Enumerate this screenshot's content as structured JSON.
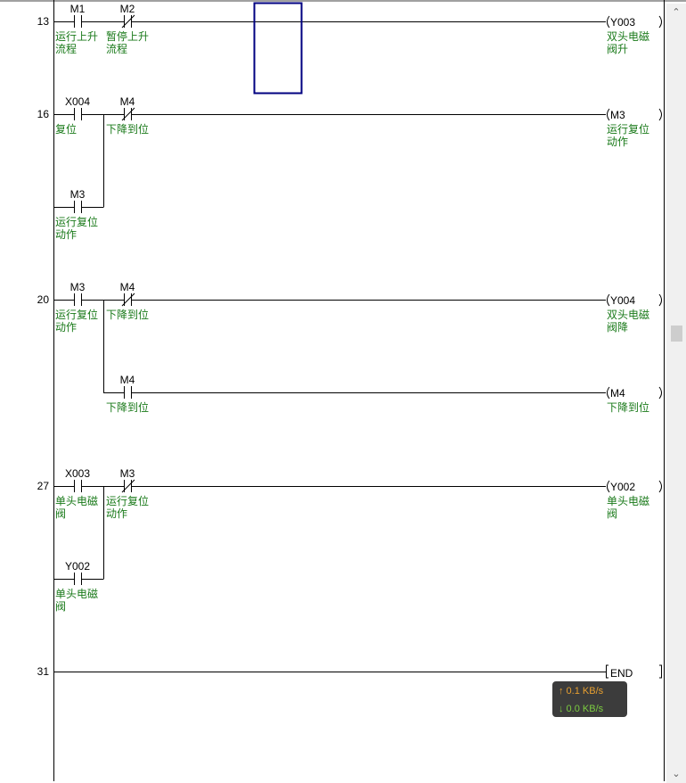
{
  "rungs": [
    {
      "step": "13",
      "contacts": [
        {
          "device": "M1",
          "type": "NO",
          "comment": [
            "运行上升",
            "流程"
          ]
        },
        {
          "device": "M2",
          "type": "NC",
          "comment": [
            "暂停上升",
            "流程"
          ]
        }
      ],
      "coil": {
        "device": "Y003",
        "comment": [
          "双头电磁",
          "阀升"
        ]
      }
    },
    {
      "step": "16",
      "contacts": [
        {
          "device": "X004",
          "type": "NO",
          "comment": [
            "复位"
          ]
        },
        {
          "device": "M4",
          "type": "NC",
          "comment": [
            "下降到位"
          ]
        }
      ],
      "branch": {
        "device": "M3",
        "type": "NO",
        "comment": [
          "运行复位",
          "动作"
        ]
      },
      "coil": {
        "device": "M3",
        "comment": [
          "运行复位",
          "动作"
        ]
      }
    },
    {
      "step": "20",
      "contacts": [
        {
          "device": "M3",
          "type": "NO",
          "comment": [
            "运行复位",
            "动作"
          ]
        },
        {
          "device": "M4",
          "type": "NC",
          "comment": [
            "下降到位"
          ]
        }
      ],
      "coil": {
        "device": "Y004",
        "comment": [
          "双头电磁",
          "阀降"
        ]
      },
      "branch": {
        "device": "M4",
        "type": "NO",
        "comment": [
          "下降到位"
        ],
        "coil": {
          "device": "M4",
          "comment": [
            "下降到位"
          ]
        }
      }
    },
    {
      "step": "27",
      "contacts": [
        {
          "device": "X003",
          "type": "NO",
          "comment": [
            "单头电磁",
            "阀"
          ]
        },
        {
          "device": "M3",
          "type": "NC",
          "comment": [
            "运行复位",
            "动作"
          ]
        }
      ],
      "branch": {
        "device": "Y002",
        "type": "NO",
        "comment": [
          "单头电磁",
          "阀"
        ]
      },
      "coil": {
        "device": "Y002",
        "comment": [
          "单头电磁",
          "阀"
        ]
      }
    },
    {
      "step": "31",
      "end": "END"
    }
  ],
  "network": {
    "up": "↑ 0.1 KB/s",
    "down": "↓ 0.0 KB/s"
  },
  "scroll": {
    "up": "⌃",
    "down": "⌄"
  }
}
